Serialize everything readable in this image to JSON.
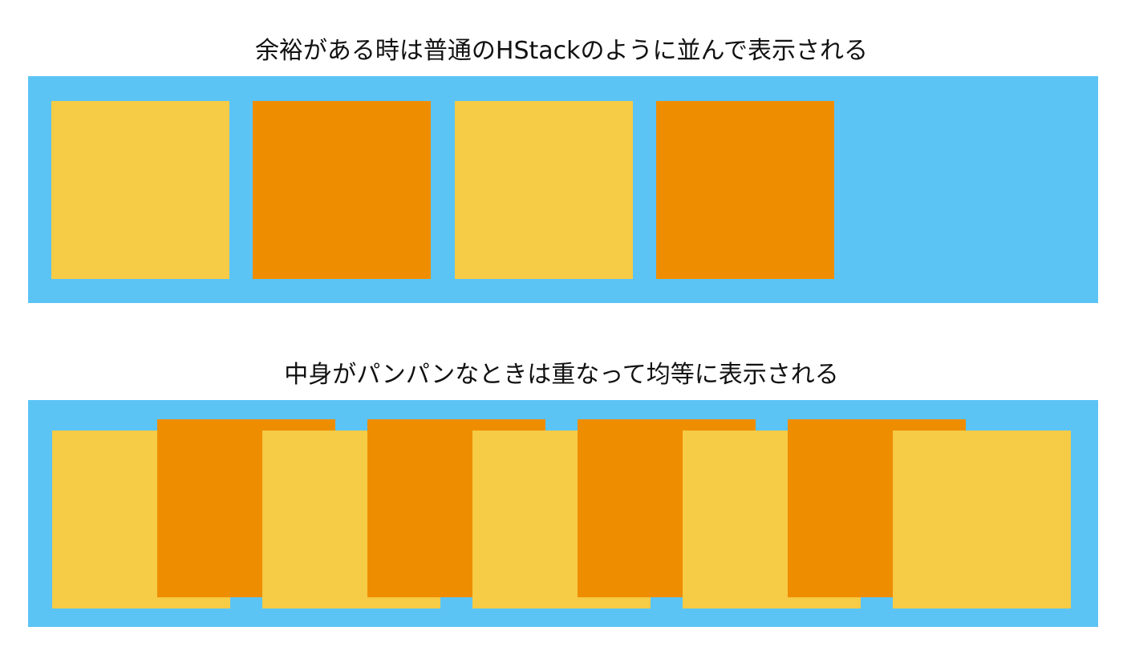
{
  "colors": {
    "background": "#ffffff",
    "panel": "#5BC4F5",
    "yellow": "#F6CB46",
    "orange": "#EF8D00",
    "text": "#111111"
  },
  "sections": [
    {
      "caption": "余裕がある時は普通のHStackのように並んで表示される",
      "squares": [
        "yellow",
        "orange",
        "yellow",
        "orange"
      ]
    },
    {
      "caption": "中身がパンパンなときは重なって均等に表示される",
      "squares": [
        "yellow",
        "orange",
        "yellow",
        "orange",
        "yellow",
        "orange",
        "yellow",
        "orange",
        "yellow"
      ]
    }
  ]
}
